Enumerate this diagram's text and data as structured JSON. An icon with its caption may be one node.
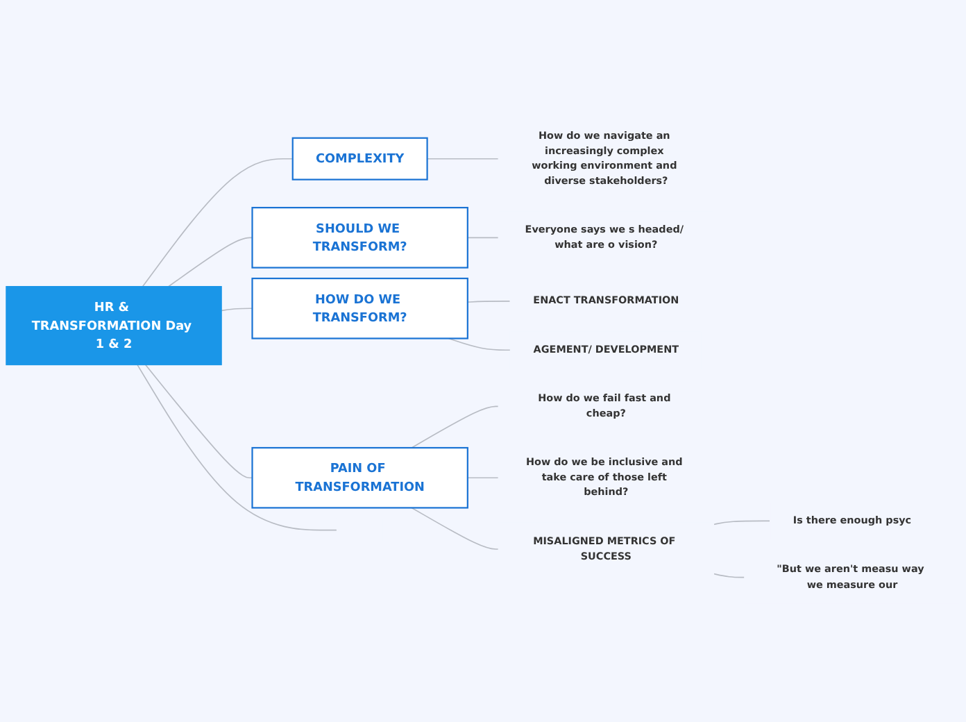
{
  "diagram": {
    "nodes": [
      {
        "text": [
          "HR & TRANSFORMATION Day 1 & 2"
        ]
      },
      {
        "text": [
          "COMPLEXITY"
        ]
      },
      {
        "text": [
          "How do we navigate an increasingly complex working environment and diverse stakeholders?"
        ]
      },
      {
        "text": [
          "SHOULD WE TRANSFORM?"
        ]
      },
      {
        "text": [
          "Everyone says we s headed/ what are o vision?"
        ]
      },
      {
        "text": [
          "HOW DO WE TRANSFORM?"
        ]
      },
      {
        "text": [
          "ENACT TRANSFORMATION"
        ]
      },
      {
        "text": [
          "AGEMENT/ DEVELOPMENT"
        ]
      },
      {
        "text": [
          "PAIN OF TRANSFORMATION"
        ]
      },
      {
        "text": [
          "How do we fail fast and cheap?"
        ]
      },
      {
        "text": [
          "How do we be inclusive and take care of those left behind?"
        ]
      },
      {
        "text": [
          "MISALIGNED METRICS OF SUCCESS"
        ]
      },
      {
        "text": [
          "Is there enough psyc"
        ]
      },
      {
        "text": [
          "\"But we aren't measu way we measure our"
        ]
      }
    ],
    "edges": [
      {
        "from": 0,
        "to": 1,
        "arrow": "none"
      },
      {
        "from": 1,
        "to": 2,
        "arrow": "none"
      },
      {
        "from": 0,
        "to": 3,
        "arrow": "none"
      },
      {
        "from": 3,
        "to": 4,
        "arrow": "none"
      },
      {
        "from": 0,
        "to": 5,
        "arrow": "none"
      },
      {
        "from": 5,
        "to": 6,
        "arrow": "none"
      },
      {
        "from": 5,
        "to": 7,
        "arrow": "none"
      },
      {
        "from": 0,
        "to": 8,
        "arrow": "none"
      },
      {
        "from": 8,
        "to": 9,
        "arrow": "none"
      },
      {
        "from": 8,
        "to": 10,
        "arrow": "none"
      },
      {
        "from": 8,
        "to": 11,
        "arrow": "none"
      },
      {
        "from": 11,
        "to": 12,
        "arrow": "none"
      },
      {
        "from": 11,
        "to": 13,
        "arrow": "none"
      },
      {
        "from": 0,
        "to": null,
        "arrow": "none"
      }
    ]
  }
}
